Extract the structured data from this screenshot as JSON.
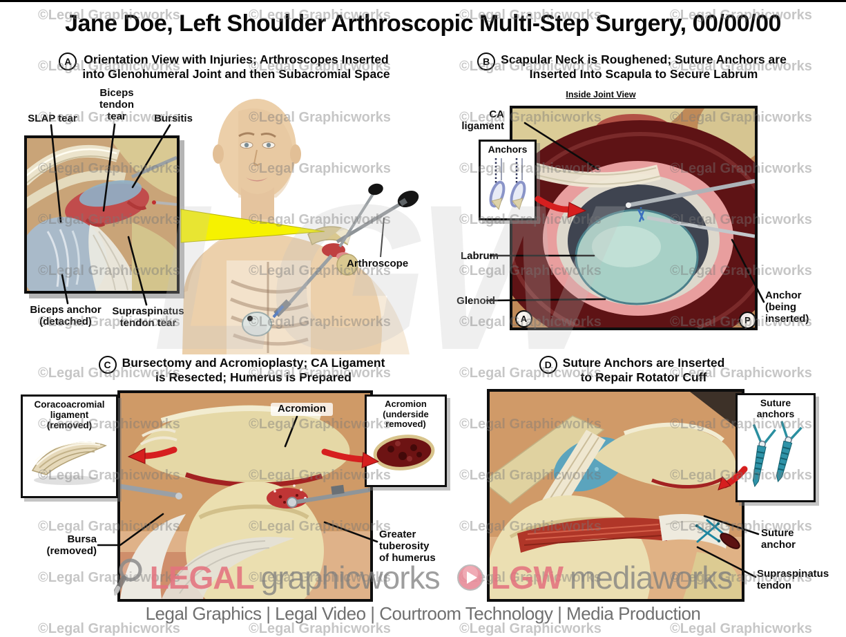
{
  "title": "Jane Doe, Left Shoulder Arthroscopic Multi-Step Surgery, 00/00/00",
  "watermark": {
    "tile": "©Legal Graphicworks",
    "big": "LGW"
  },
  "colors": {
    "brand_pink": "#e4737f",
    "arrow_red": "#d61f1f",
    "beam_yellow": "#f6f200",
    "watermark_gray": "#8a8a8a"
  },
  "panels": {
    "a": {
      "letter": "A",
      "title1": "Orientation View with Injuries; Arthroscopes Inserted",
      "title2": "into Glenohumeral Joint and then Subacromial Space",
      "labels": {
        "slap": "SLAP tear",
        "biceps_tendon": "Biceps\ntendon\ntear",
        "bursitis": "Bursitis",
        "biceps_anchor": "Biceps anchor\n(detached)",
        "supraspinatus": "Supraspinatus\ntendon tear",
        "arthroscope": "Arthroscope"
      }
    },
    "b": {
      "letter": "B",
      "title1": "Scapular Neck is Roughened; Suture Anchors are",
      "title2": "Inserted Into Scapula to Secure Labrum",
      "view": "Inside Joint View",
      "labels": {
        "ca": "CA\nligament",
        "anchors": "Anchors",
        "labrum": "Labrum",
        "glenoid": "Glenoid",
        "anchor_ins": "Anchor\n(being\ninserted)",
        "marker_a": "A",
        "marker_p": "P"
      }
    },
    "c": {
      "letter": "C",
      "title1": "Bursectomy and Acromioplasty; CA Ligament",
      "title2": "is Resected; Humerus is Prepared",
      "labels": {
        "coraco": "Coracoacromial\nligament\n(removed)",
        "acromion": "Acromion",
        "underside": "Acromion\n(underside\nremoved)",
        "bursa": "Bursa\n(removed)",
        "tuberosity": "Greater\ntuberosity\nof humerus"
      }
    },
    "d": {
      "letter": "D",
      "title1": "Suture Anchors are Inserted",
      "title2": "to Repair Rotator Cuff",
      "labels": {
        "box": "Suture\nanchors",
        "anchor": "Suture\nanchor",
        "tendon": "Supraspinatus\ntendon"
      }
    }
  },
  "footer": {
    "brand1": "LEGAL",
    "brand1b": "graphicworks",
    "brand2": "LGW",
    "brand2b": "mediaworks",
    "tagline": "Legal Graphics | Legal Video | Courtroom Technology | Media Production"
  }
}
